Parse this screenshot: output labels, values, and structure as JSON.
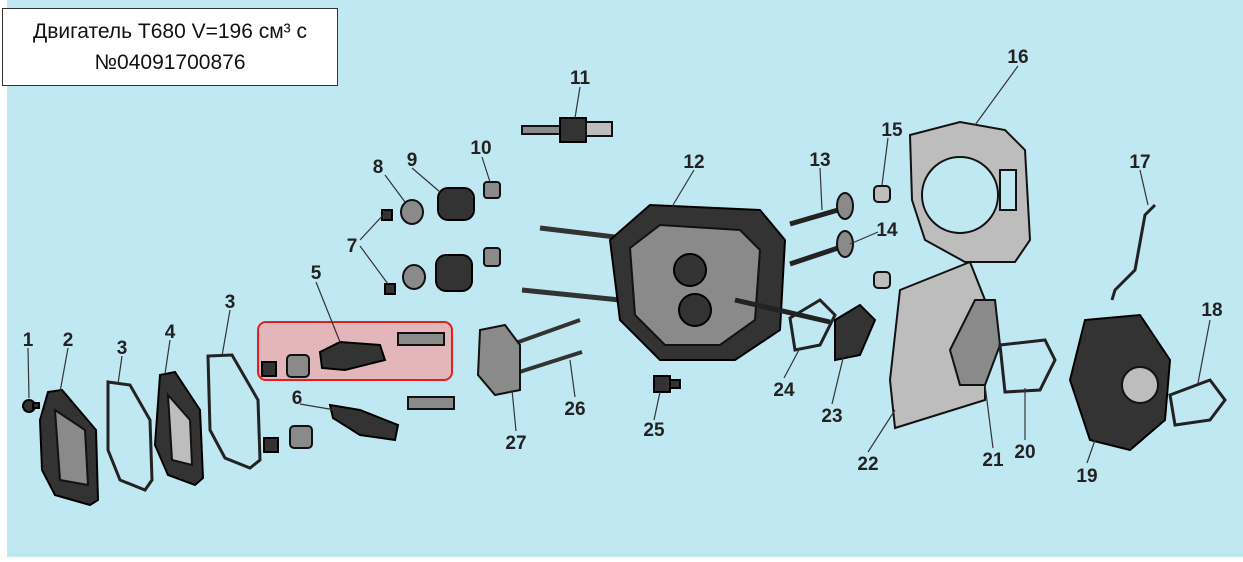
{
  "title": {
    "line1": "Двигатель T680 V=196 см³ с",
    "line2": "№04091700876"
  },
  "highlight_color": "#ff0000",
  "labels": {
    "l1": "1",
    "l2": "2",
    "l3a": "3",
    "l4": "4",
    "l3b": "3",
    "l5": "5",
    "l6": "6",
    "l7": "7",
    "l8": "8",
    "l9": "9",
    "l10": "10",
    "l11": "11",
    "l12": "12",
    "l13": "13",
    "l14": "14",
    "l15": "15",
    "l16": "16",
    "l17": "17",
    "l18": "18",
    "l19": "19",
    "l20": "20",
    "l21": "21",
    "l22": "22",
    "l23": "23",
    "l24": "24",
    "l25": "25",
    "l26": "26",
    "l27": "27"
  }
}
